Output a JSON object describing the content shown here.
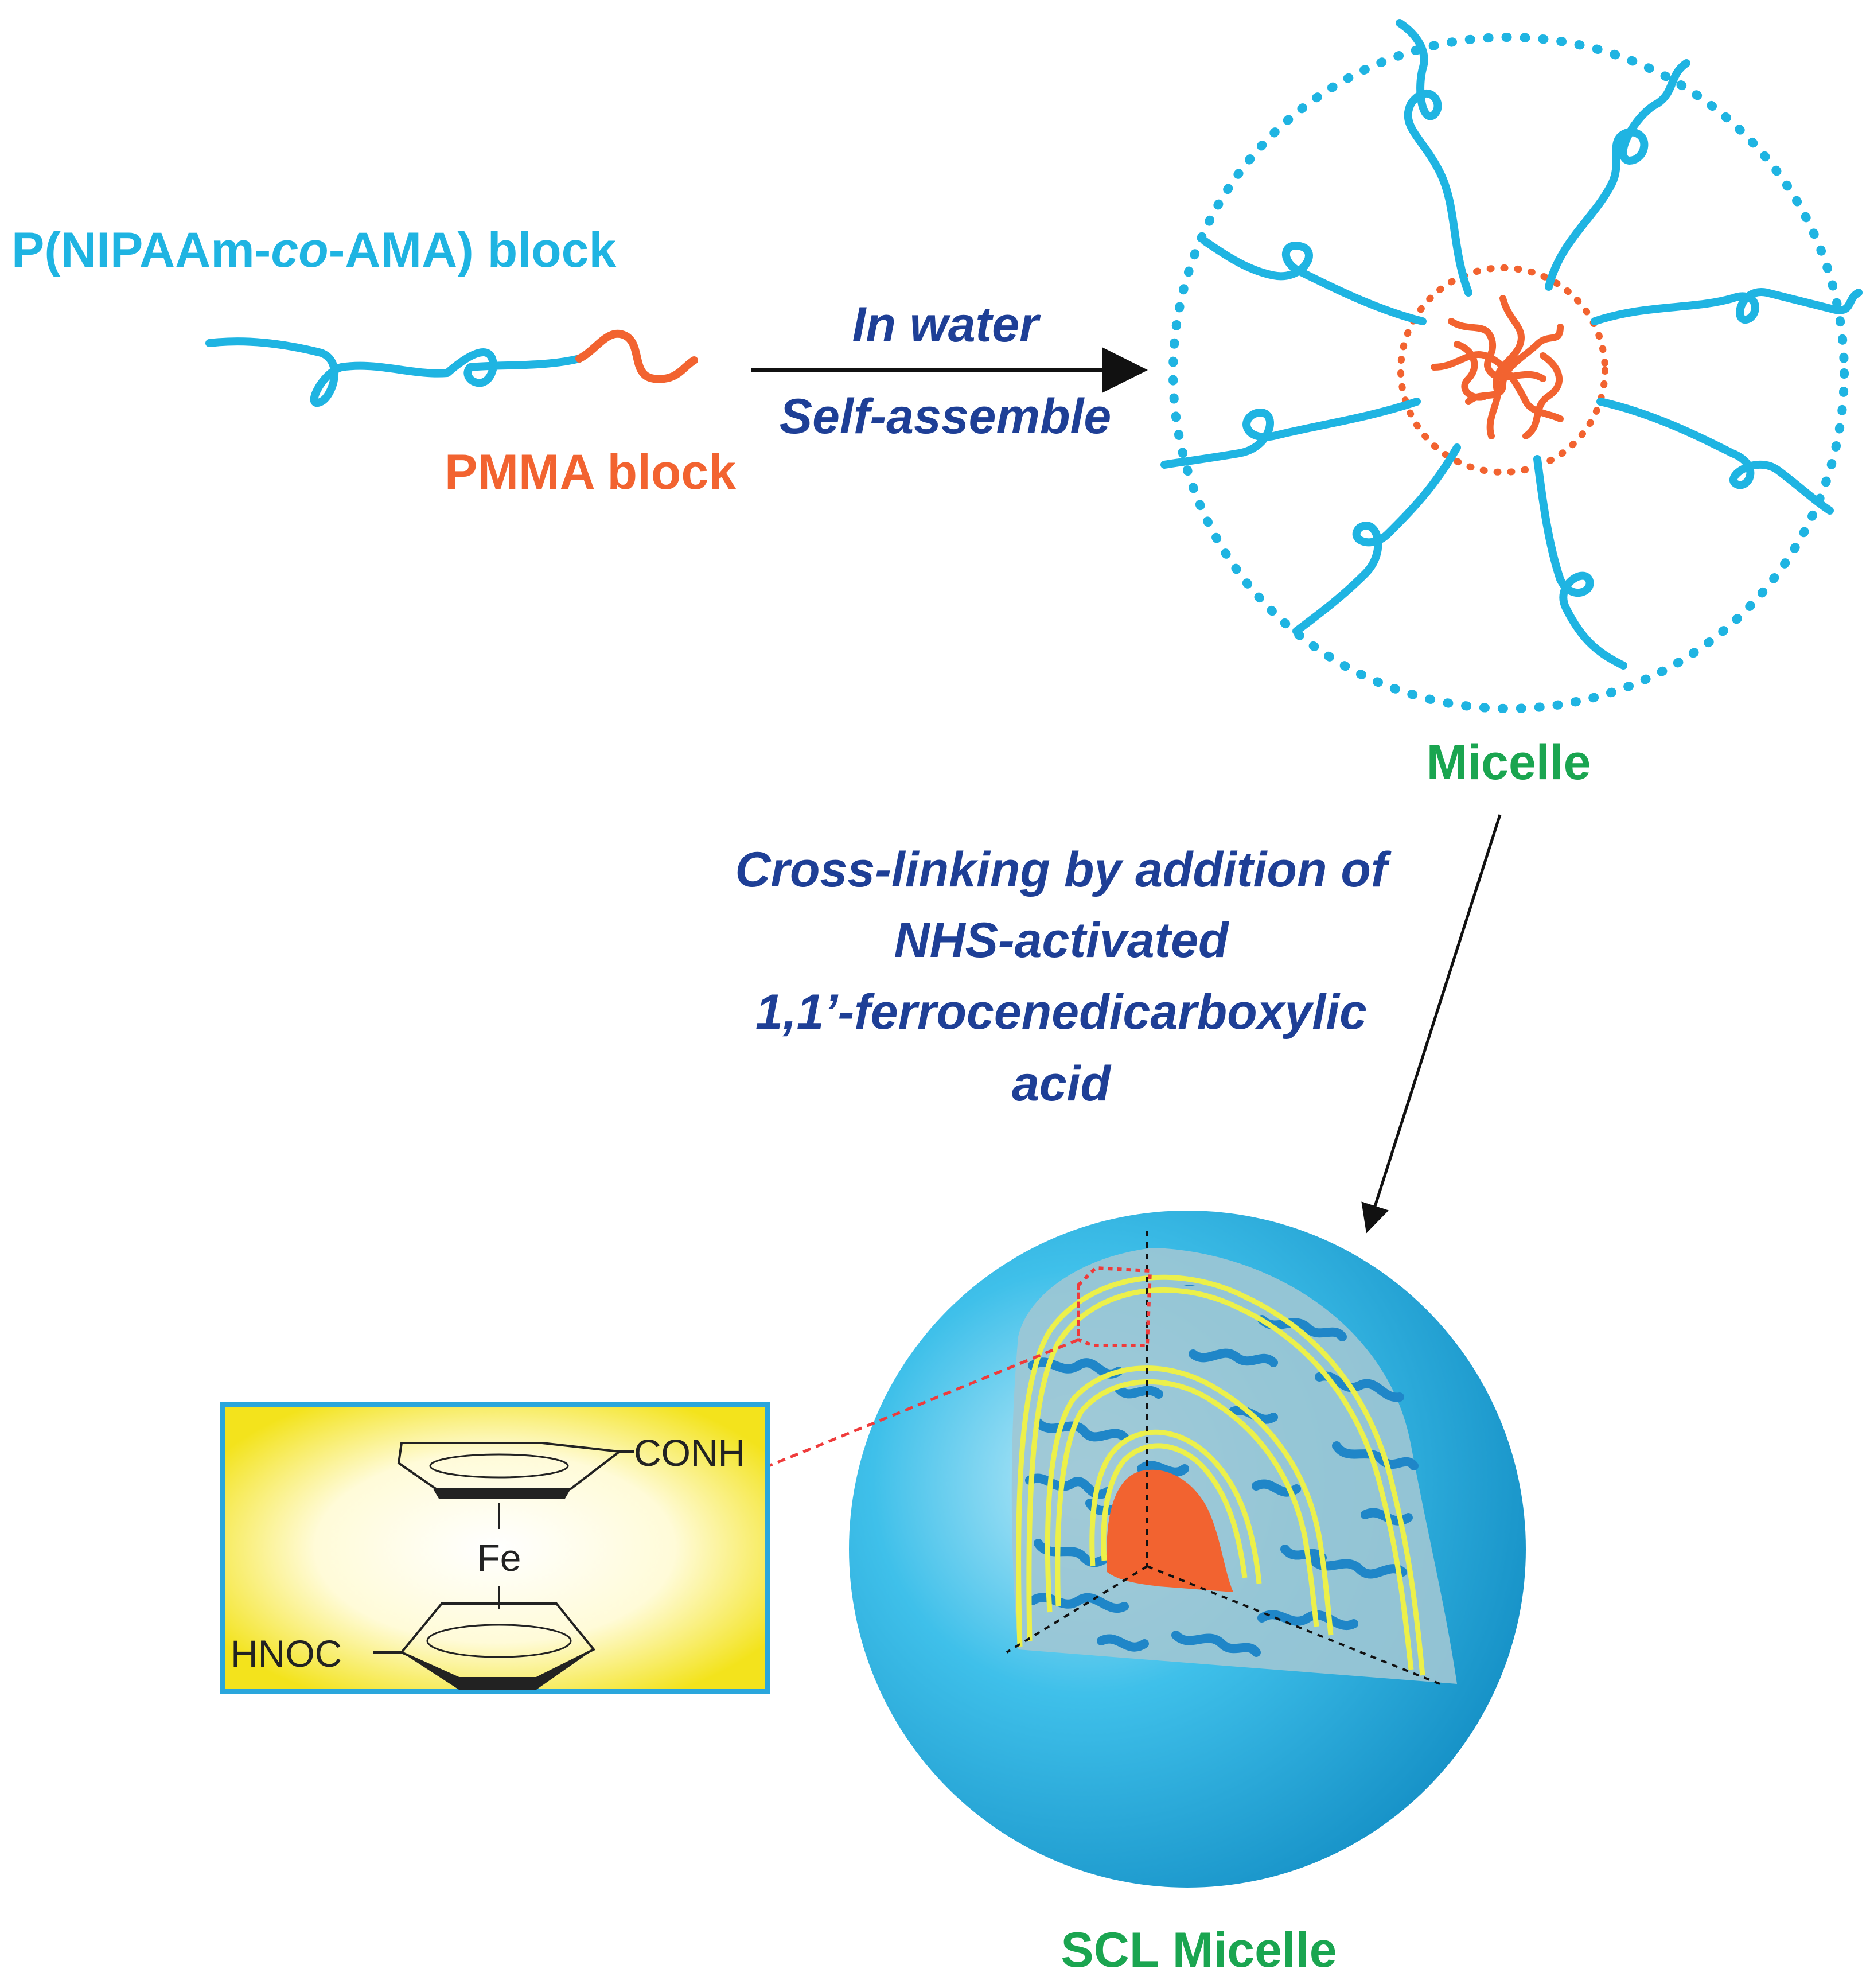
{
  "labels": {
    "block_prefix": "P(NIPAAm-",
    "block_italic": "co",
    "block_suffix": "-AMA) block",
    "pmma": "PMMA block",
    "arrow_top": "In water",
    "arrow_bottom": "Self-assemble",
    "micelle": "Micelle",
    "crosslink_1": "Cross-linking by addition of",
    "crosslink_2": "NHS-activated",
    "crosslink_3": "1,1’-ferrocenedicarboxylic",
    "crosslink_4": "acid",
    "scl": "SCL Micelle"
  },
  "chem": {
    "top_group": "CONH",
    "metal": "Fe",
    "bottom_group": "HNOC"
  },
  "colors": {
    "shell_blue": "#1fb4e2",
    "core_orange": "#f26330",
    "label_dark_blue": "#1e3f96",
    "label_green": "#1aa550",
    "box_yellow": "#f5e829",
    "box_border": "#2aa6dc",
    "sphere_blue": "#27b3e3",
    "yellow_line": "#ecf04a",
    "red_dash": "#ef3b3b"
  }
}
